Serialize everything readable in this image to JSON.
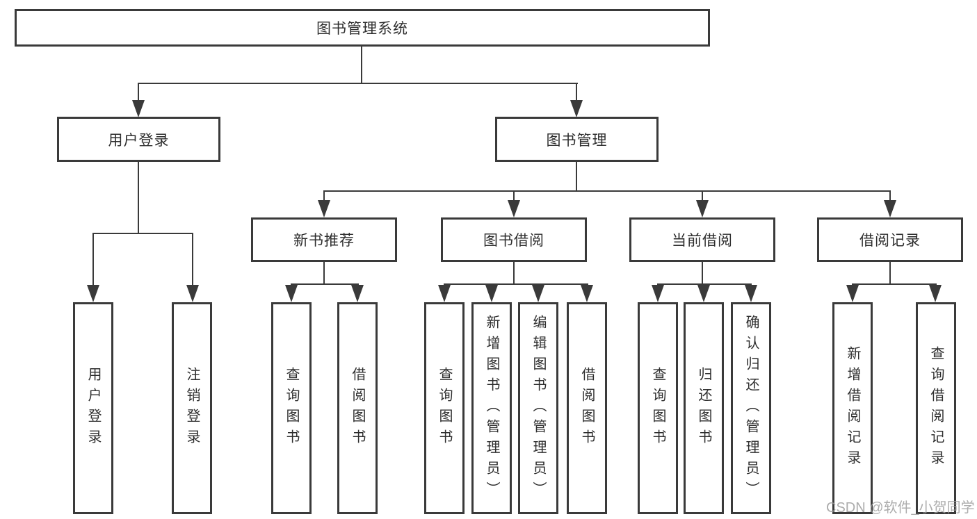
{
  "tree": {
    "root": "图书管理系统",
    "user_login": {
      "label": "用户登录",
      "children": [
        "用户登录",
        "注销登录"
      ]
    },
    "book_mgmt": {
      "label": "图书管理",
      "sections": [
        {
          "label": "新书推荐",
          "children": [
            "查询图书",
            "借阅图书"
          ]
        },
        {
          "label": "图书借阅",
          "children": [
            "查询图书",
            "新增图书（管理员）",
            "编辑图书（管理员）",
            "借阅图书"
          ]
        },
        {
          "label": "当前借阅",
          "children": [
            "查询图书",
            "归还图书",
            "确认归还（管理员）"
          ]
        },
        {
          "label": "借阅记录",
          "children": [
            "新增借阅记录",
            "查询借阅记录"
          ]
        }
      ]
    }
  },
  "watermark": {
    "text": "CSDN @软件_小贺同学"
  },
  "colors": {
    "line": "#3a3a3a",
    "text": "#2e2e2e",
    "box_fill": "#ffffff",
    "background": "#ffffff",
    "watermark": "#9e9e9e"
  }
}
